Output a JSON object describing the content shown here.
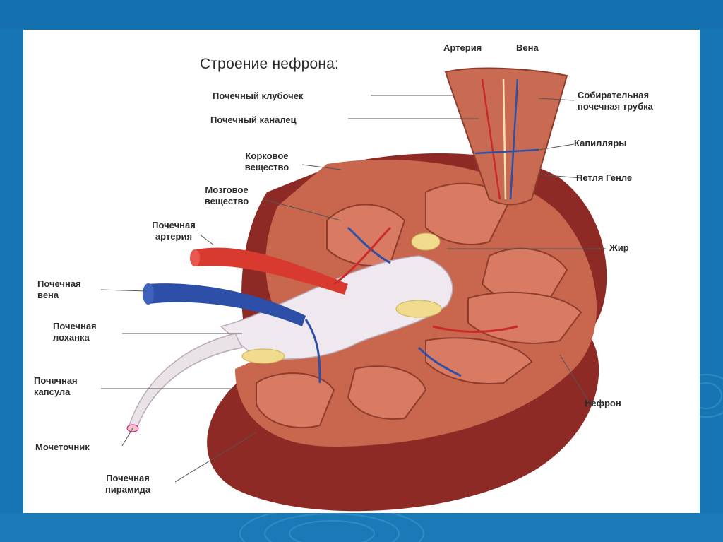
{
  "title": "Строение нефрона:",
  "labels": {
    "arteria": "Артерия",
    "vena": "Вена",
    "pochechny_klubochek": "Почечный клубочек",
    "pochechny_kanalec": "Почечный каналец",
    "sobiratelnaya_1": "Собирательная",
    "sobiratelnaya_2": "почечная трубка",
    "korkovoe_1": "Корковое",
    "korkovoe_2": "вещество",
    "kapillyary": "Капилляры",
    "petlya_genle": "Петля Генле",
    "mozgovoe_1": "Мозговое",
    "mozgovoe_2": "вещество",
    "pochechnaya_arteriya_1": "Почечная",
    "pochechnaya_arteriya_2": "артерия",
    "zhir": "Жир",
    "pochechnaya_vena_1": "Почечная",
    "pochechnaya_vena_2": "вена",
    "lokhanka_1": "Почечная",
    "lokhanka_2": "лоханка",
    "kapsula_1": "Почечная",
    "kapsula_2": "капсула",
    "nefron": "Нефрон",
    "mochetochnik": "Мочеточник",
    "piramida_1": "Почечная",
    "piramida_2": "пирамида"
  },
  "colors": {
    "background": "#1676b4",
    "panel": "#ffffff",
    "cortex": "#c8664e",
    "capsule": "#8e2a25",
    "artery": "#d93a30",
    "vein": "#2d4fa8",
    "fat": "#f0dc8c"
  }
}
